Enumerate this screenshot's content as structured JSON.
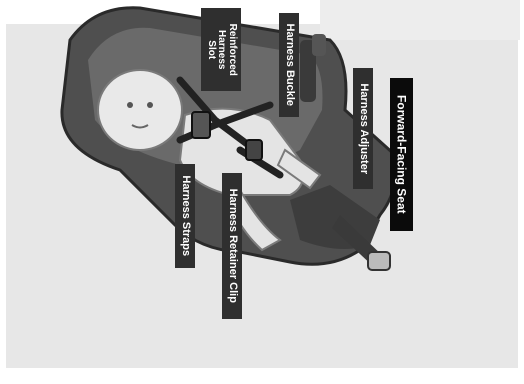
{
  "figure": {
    "subject": "child-car-seat-illustration",
    "orientation": "rotated-90",
    "colors": {
      "background_panel": "#e7e7e7",
      "seat_shell": "#555555",
      "seat_dark": "#3a3a3a",
      "child": "#e9e9e9",
      "label_bg": "#2f2f2f",
      "label_bg_strong": "#0b0b0b",
      "label_text": "#ffffff"
    }
  },
  "labels": {
    "reinforced_harness_slot": "Reinforced\nHarness Slot",
    "harness_buckle": "Harness Buckle",
    "harness_adjuster": "Harness Adjuster",
    "forward_facing_seat": "Forward-Facing Seat",
    "harness_straps": "Harness Straps",
    "harness_retainer_clip": "Harness Retainer Clip"
  }
}
